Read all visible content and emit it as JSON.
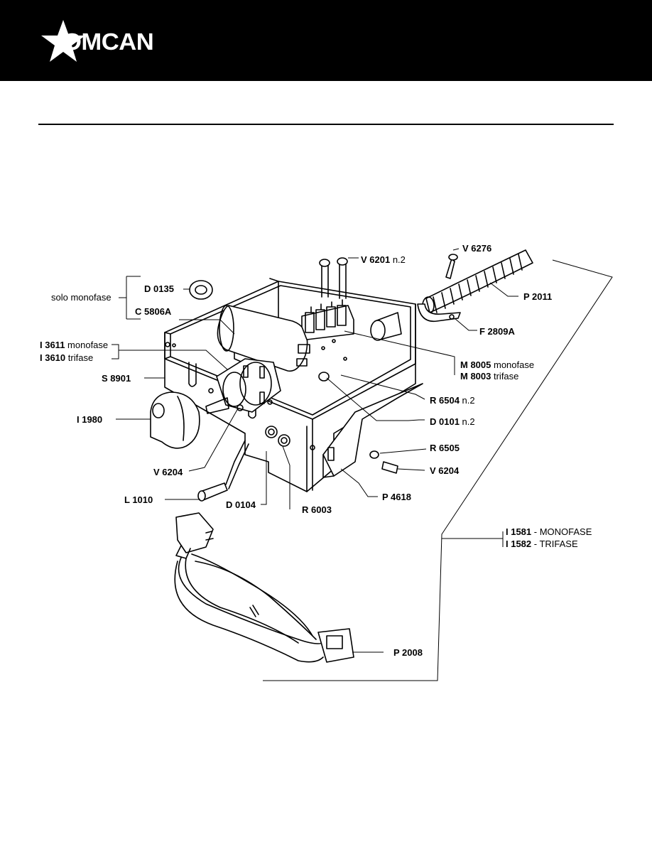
{
  "brand": {
    "name": "OMCAN"
  },
  "labels": {
    "v6276": {
      "code": "V 6276",
      "suffix": ""
    },
    "v6201": {
      "code": "V 6201",
      "suffix": " n.2"
    },
    "solo_monofase": {
      "text": "solo monofase"
    },
    "d0135": {
      "code": "D 0135",
      "suffix": ""
    },
    "c5806a": {
      "code": "C 5806A",
      "suffix": ""
    },
    "p2011": {
      "code": "P 2011",
      "suffix": ""
    },
    "f2809a": {
      "code": "F 2809A",
      "suffix": ""
    },
    "i3611": {
      "code": "I 3611",
      "suffix": " monofase"
    },
    "i3610": {
      "code": "I 3610",
      "suffix": " trifase"
    },
    "m8005": {
      "code": "M 8005",
      "suffix": " monofase"
    },
    "m8003": {
      "code": "M 8003",
      "suffix": " trifase"
    },
    "s8901": {
      "code": "S 8901",
      "suffix": ""
    },
    "r6504": {
      "code": "R 6504",
      "suffix": " n.2"
    },
    "i1980": {
      "code": "I 1980",
      "suffix": ""
    },
    "d0101": {
      "code": "D 0101",
      "suffix": " n.2"
    },
    "r6505": {
      "code": "R 6505",
      "suffix": ""
    },
    "v6204_left": {
      "code": "V 6204",
      "suffix": ""
    },
    "v6204_right": {
      "code": "V 6204",
      "suffix": ""
    },
    "p4618": {
      "code": "P 4618",
      "suffix": ""
    },
    "l1010": {
      "code": "L 1010",
      "suffix": ""
    },
    "d0104": {
      "code": "D 0104",
      "suffix": ""
    },
    "r6003": {
      "code": "R 6003",
      "suffix": ""
    },
    "i1581": {
      "code": "I 1581",
      "suffix": " - MONOFASE"
    },
    "i1582": {
      "code": "I 1582",
      "suffix": " - TRIFASE"
    },
    "p2008": {
      "code": "P 2008",
      "suffix": ""
    }
  }
}
